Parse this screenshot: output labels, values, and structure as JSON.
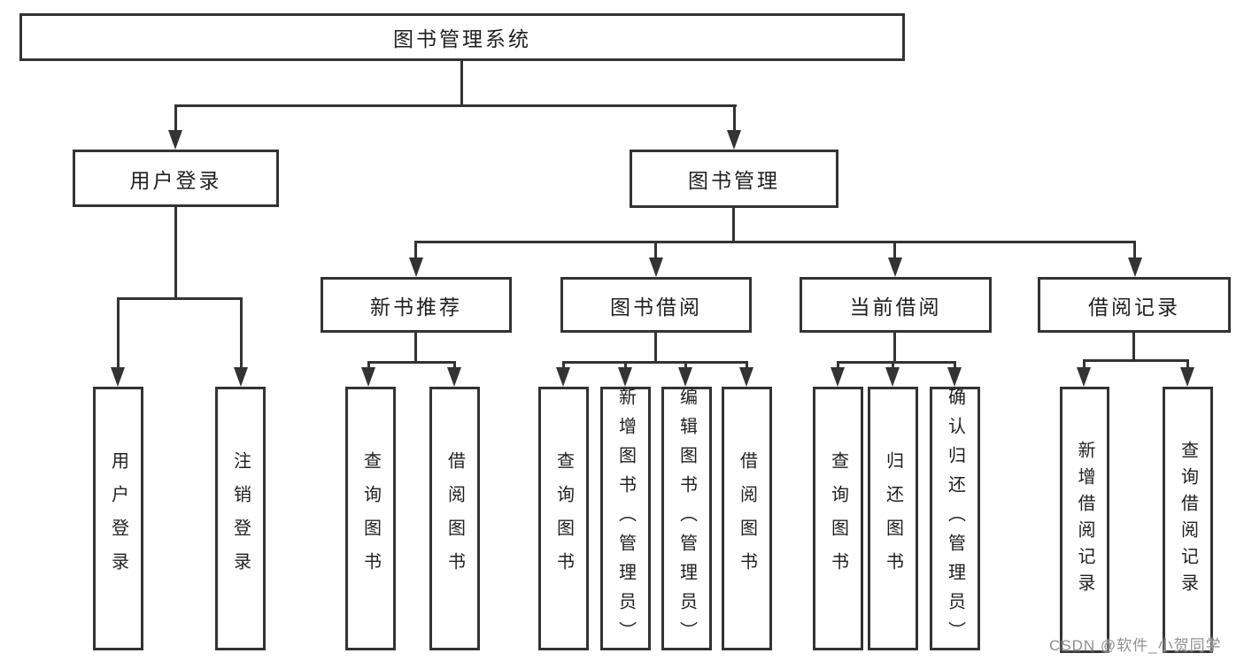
{
  "diagram": {
    "root": {
      "label": "图书管理系统"
    },
    "level2": [
      {
        "label": "用户登录"
      },
      {
        "label": "图书管理"
      }
    ],
    "level3": [
      {
        "label": "新书推荐",
        "parent": "图书管理"
      },
      {
        "label": "图书借阅",
        "parent": "图书管理"
      },
      {
        "label": "当前借阅",
        "parent": "图书管理"
      },
      {
        "label": "借阅记录",
        "parent": "图书管理"
      }
    ],
    "leaves": [
      {
        "label": "用户登录",
        "parent": "用户登录"
      },
      {
        "label": "注销登录",
        "parent": "用户登录"
      },
      {
        "label": "查询图书",
        "parent": "新书推荐"
      },
      {
        "label": "借阅图书",
        "parent": "新书推荐"
      },
      {
        "label": "查询图书",
        "parent": "图书借阅"
      },
      {
        "label": "新增图书（管理员）",
        "parent": "图书借阅"
      },
      {
        "label": "编辑图书（管理员）",
        "parent": "图书借阅"
      },
      {
        "label": "借阅图书",
        "parent": "图书借阅"
      },
      {
        "label": "查询图书",
        "parent": "当前借阅"
      },
      {
        "label": "归还图书",
        "parent": "当前借阅"
      },
      {
        "label": "确认归还（管理员）",
        "parent": "当前借阅"
      },
      {
        "label": "新增借阅记录",
        "parent": "借阅记录"
      },
      {
        "label": "查询借阅记录",
        "parent": "借阅记录"
      }
    ],
    "watermark": "CSDN @软件_小贺同学",
    "colors": {
      "line": "#333333",
      "box_fill": "#ffffff",
      "text": "#1f1f1f",
      "watermark": "#8f8f8f",
      "background": "#ffffff"
    }
  }
}
